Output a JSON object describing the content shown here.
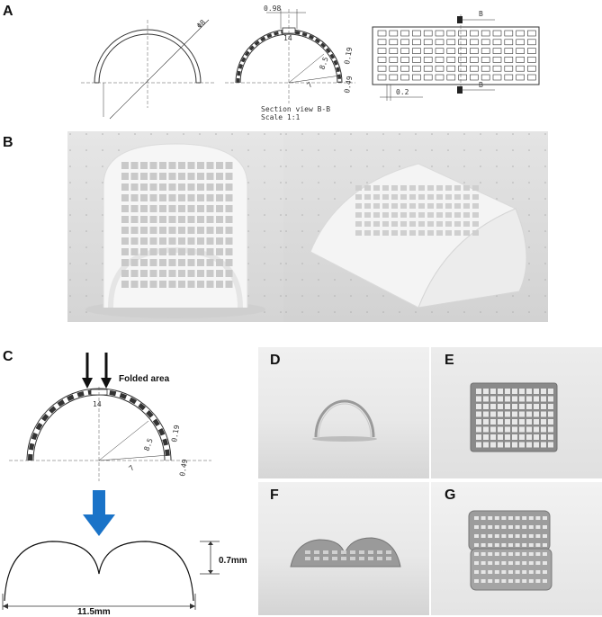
{
  "panels": {
    "A": {
      "label": "A",
      "dims": {
        "diameter": "Φ8",
        "slot_width": "0.98",
        "width_14": "14",
        "r019": "0.19",
        "r049": "0.49",
        "r85": "8.5",
        "angle7": "7",
        "grid_02": "0.2",
        "section_marker": "B",
        "section_view": "Section view B-B",
        "scale": "Scale 1:1"
      }
    },
    "B": {
      "label": "B"
    },
    "C": {
      "label": "C",
      "folded_area": "Folded area",
      "dims": {
        "width_14": "14",
        "r019": "0.19",
        "r049": "0.49",
        "r85": "8.5",
        "angle7": "7"
      },
      "height": "0.7mm",
      "width": "11.5mm"
    },
    "D": {
      "label": "D"
    },
    "E": {
      "label": "E"
    },
    "F": {
      "label": "F"
    },
    "G": {
      "label": "G"
    }
  },
  "colors": {
    "line": "#333333",
    "arrow": "#1a73c8",
    "photo_bg": "#d8d8d8"
  }
}
